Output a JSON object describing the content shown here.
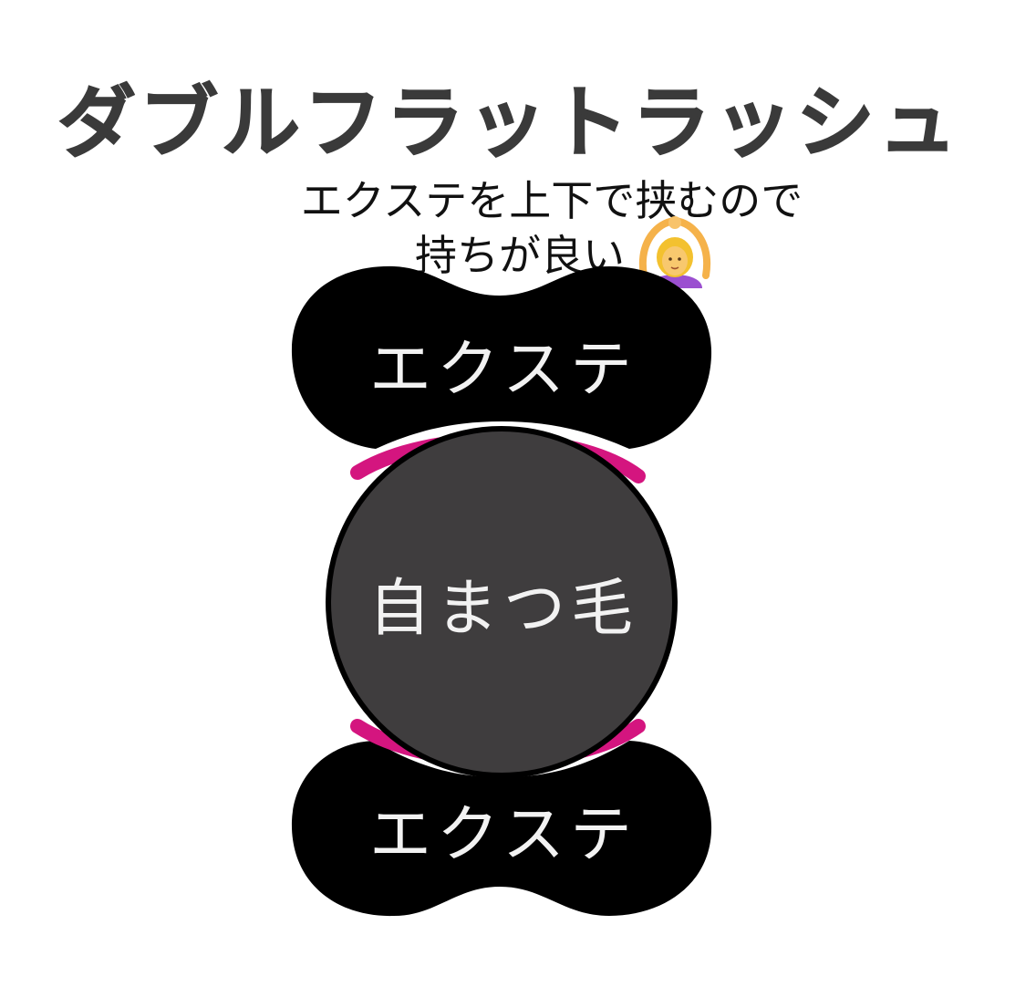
{
  "title": "ダブルフラットラッシュ",
  "caption": {
    "line1": "エクステを上下で挟むので",
    "line2": "持ちが良い"
  },
  "diagram": {
    "top_label": "エクステ",
    "center_label": "自まつ毛",
    "bottom_label": "エクステ"
  },
  "colors": {
    "title_text": "#3a3a3a",
    "caption_text": "#111111",
    "extension_fill": "#000000",
    "lash_fill": "#3f3d3e",
    "label_text": "#f2f2f2",
    "accent_curve": "#d4157f",
    "background": "#ffffff"
  },
  "icons": [
    "person-gesturing-ok-emoji"
  ]
}
